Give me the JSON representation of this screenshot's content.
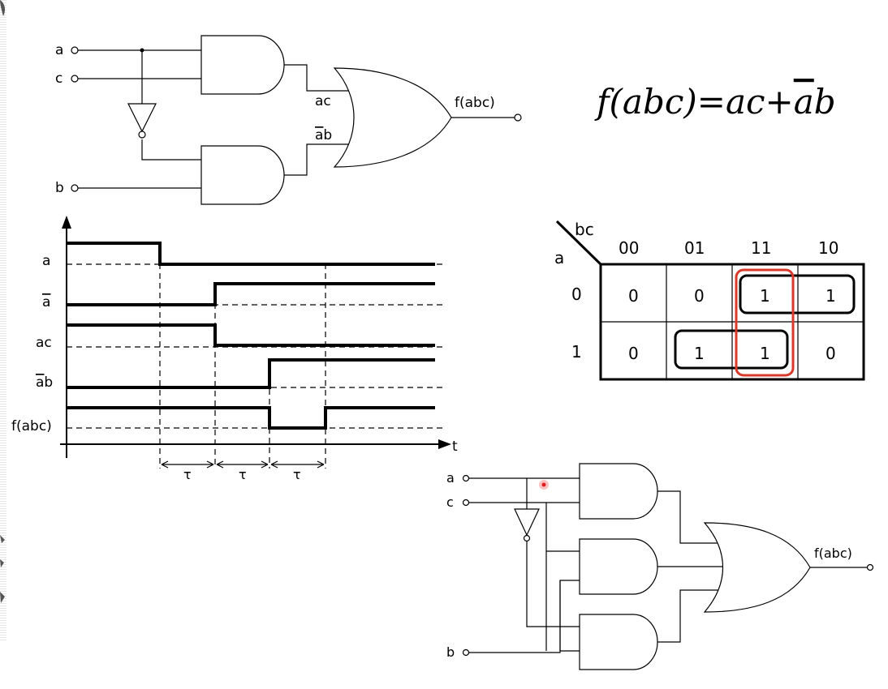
{
  "circuit_top": {
    "inputs": [
      "a",
      "c",
      "b"
    ],
    "term1": "ac",
    "term2_bar": "a",
    "term2_rest": "b",
    "output": "f(abc)"
  },
  "formula": {
    "lhs": "f(abc)",
    "eq": "=",
    "t1": "ac",
    "plus": "+",
    "t2_bar": "a",
    "t2_rest": "b"
  },
  "timing": {
    "signals": [
      "a",
      "a",
      "ac",
      "ab",
      "f(abc)"
    ],
    "signal_bar": [
      false,
      true,
      false,
      true,
      false
    ],
    "axis_label": "t",
    "delay_labels": [
      "τ",
      "τ",
      "τ"
    ]
  },
  "kmap": {
    "col_var": "bc",
    "row_var": "a",
    "col_headers": [
      "00",
      "01",
      "11",
      "10"
    ],
    "row_headers": [
      "0",
      "1"
    ],
    "cells": [
      [
        "0",
        "0",
        "1",
        "1"
      ],
      [
        "0",
        "1",
        "1",
        "0"
      ]
    ],
    "group_colors": [
      "#000000",
      "#000000",
      "#d93a2b"
    ]
  },
  "circuit_bottom": {
    "inputs": [
      "a",
      "c",
      "b"
    ],
    "output": "f(abc)"
  }
}
